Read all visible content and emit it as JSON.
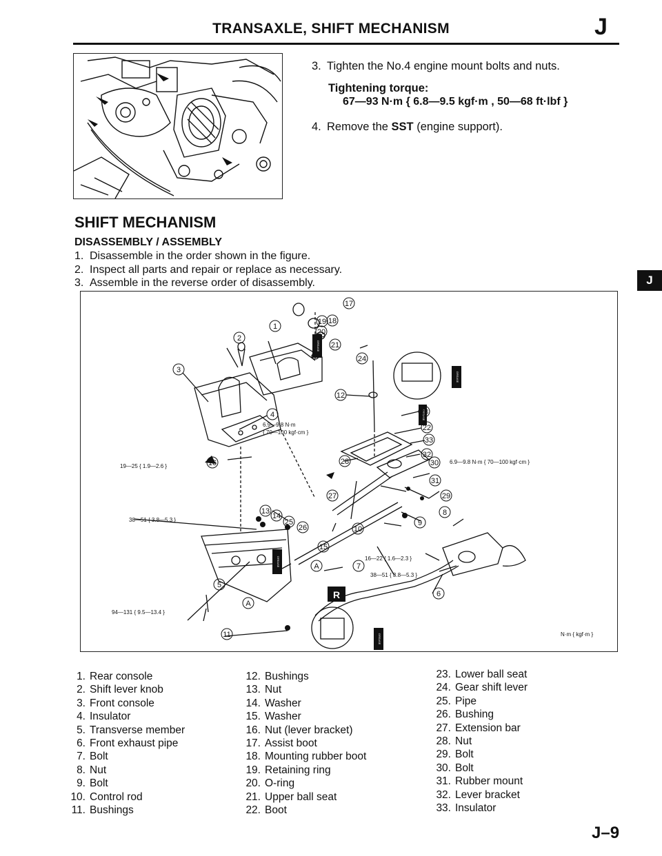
{
  "header": {
    "title": "TRANSAXLE, SHIFT MECHANISM",
    "section_letter": "J"
  },
  "steps": [
    {
      "num": "3.",
      "pre": "Tighten the No.4 engine mount bolts and nuts.",
      "bold": "",
      "post": ""
    },
    {
      "num": "4.",
      "pre": "Remove the ",
      "bold": "SST",
      "post": " (engine support)."
    }
  ],
  "torque": {
    "label": "Tightening torque:",
    "value": "67—93 N·m { 6.8—9.5 kgf·m , 50—68 ft·lbf }"
  },
  "section": {
    "title": "SHIFT MECHANISM",
    "subtitle": "DISASSEMBLY / ASSEMBLY"
  },
  "instructions": [
    {
      "num": "1.",
      "text": "Disassemble in the order shown in the figure."
    },
    {
      "num": "2.",
      "text": "Inspect all parts and repair or replace as necessary."
    },
    {
      "num": "3.",
      "text": "Assemble in the reverse order of disassembly."
    }
  ],
  "side_tab": "J",
  "diagram": {
    "torque_specs": {
      "t1": "6.9—9.8 N·m",
      "t1b": "{ 70—100 kgf·cm }",
      "t2": "19—25 { 1.9—2.6 }",
      "t3": "6.9—9.8 N·m { 70—100 kgf·cm }",
      "t4": "38—51 { 3.8—5.3 }",
      "t5": "16—22 { 1.6—2.3 }",
      "t6": "38—51 { 3.8—5.3 }",
      "t7": "94—131 { 9.5—13.4 }"
    },
    "unit_note": "N·m { kgf·m }",
    "grease_label": "GREASE",
    "ref_label": "R",
    "callouts": {
      "c1": "1",
      "c2": "2",
      "c3": "3",
      "c4": "4",
      "c5": "5",
      "c6": "6",
      "c7": "7",
      "c8": "8",
      "c9": "9",
      "c10": "10",
      "c11": "11",
      "c12": "12",
      "c13": "13",
      "c14": "14",
      "c15": "15",
      "c16": "16",
      "c17": "17",
      "c18": "18",
      "c19": "19",
      "c20": "20",
      "c21": "21",
      "c22": "22",
      "c23": "23",
      "c24": "24",
      "c25": "25",
      "c26": "26",
      "c27": "27",
      "c28": "28",
      "c29": "29",
      "c30": "30",
      "c31": "31",
      "c32": "32",
      "c33": "33",
      "ca": "A",
      "ca2": "A"
    }
  },
  "legend": {
    "col1": [
      {
        "n": "1.",
        "t": "Rear console"
      },
      {
        "n": "2.",
        "t": "Shift lever knob"
      },
      {
        "n": "3.",
        "t": "Front console"
      },
      {
        "n": "4.",
        "t": "Insulator"
      },
      {
        "n": "5.",
        "t": "Transverse member"
      },
      {
        "n": "6.",
        "t": "Front exhaust pipe"
      },
      {
        "n": "7.",
        "t": "Bolt"
      },
      {
        "n": "8.",
        "t": "Nut"
      },
      {
        "n": "9.",
        "t": "Bolt"
      },
      {
        "n": "10.",
        "t": "Control rod"
      },
      {
        "n": "11.",
        "t": "Bushings"
      }
    ],
    "col2": [
      {
        "n": "12.",
        "t": "Bushings"
      },
      {
        "n": "13.",
        "t": "Nut"
      },
      {
        "n": "14.",
        "t": "Washer"
      },
      {
        "n": "15.",
        "t": "Washer"
      },
      {
        "n": "16.",
        "t": "Nut (lever bracket)"
      },
      {
        "n": "17.",
        "t": "Assist boot"
      },
      {
        "n": "18.",
        "t": "Mounting rubber boot"
      },
      {
        "n": "19.",
        "t": "Retaining ring"
      },
      {
        "n": "20.",
        "t": "O-ring"
      },
      {
        "n": "21.",
        "t": "Upper ball seat"
      },
      {
        "n": "22.",
        "t": "Boot"
      }
    ],
    "col3": [
      {
        "n": "23.",
        "t": "Lower ball seat"
      },
      {
        "n": "24.",
        "t": "Gear shift lever"
      },
      {
        "n": "25.",
        "t": "Pipe"
      },
      {
        "n": "26.",
        "t": "Bushing"
      },
      {
        "n": "27.",
        "t": "Extension bar"
      },
      {
        "n": "28.",
        "t": "Nut"
      },
      {
        "n": "29.",
        "t": "Bolt"
      },
      {
        "n": "30.",
        "t": "Bolt"
      },
      {
        "n": "31.",
        "t": "Rubber mount"
      },
      {
        "n": "32.",
        "t": "Lever bracket"
      },
      {
        "n": "33.",
        "t": "Insulator"
      }
    ]
  },
  "footer": {
    "page": "J–9"
  }
}
